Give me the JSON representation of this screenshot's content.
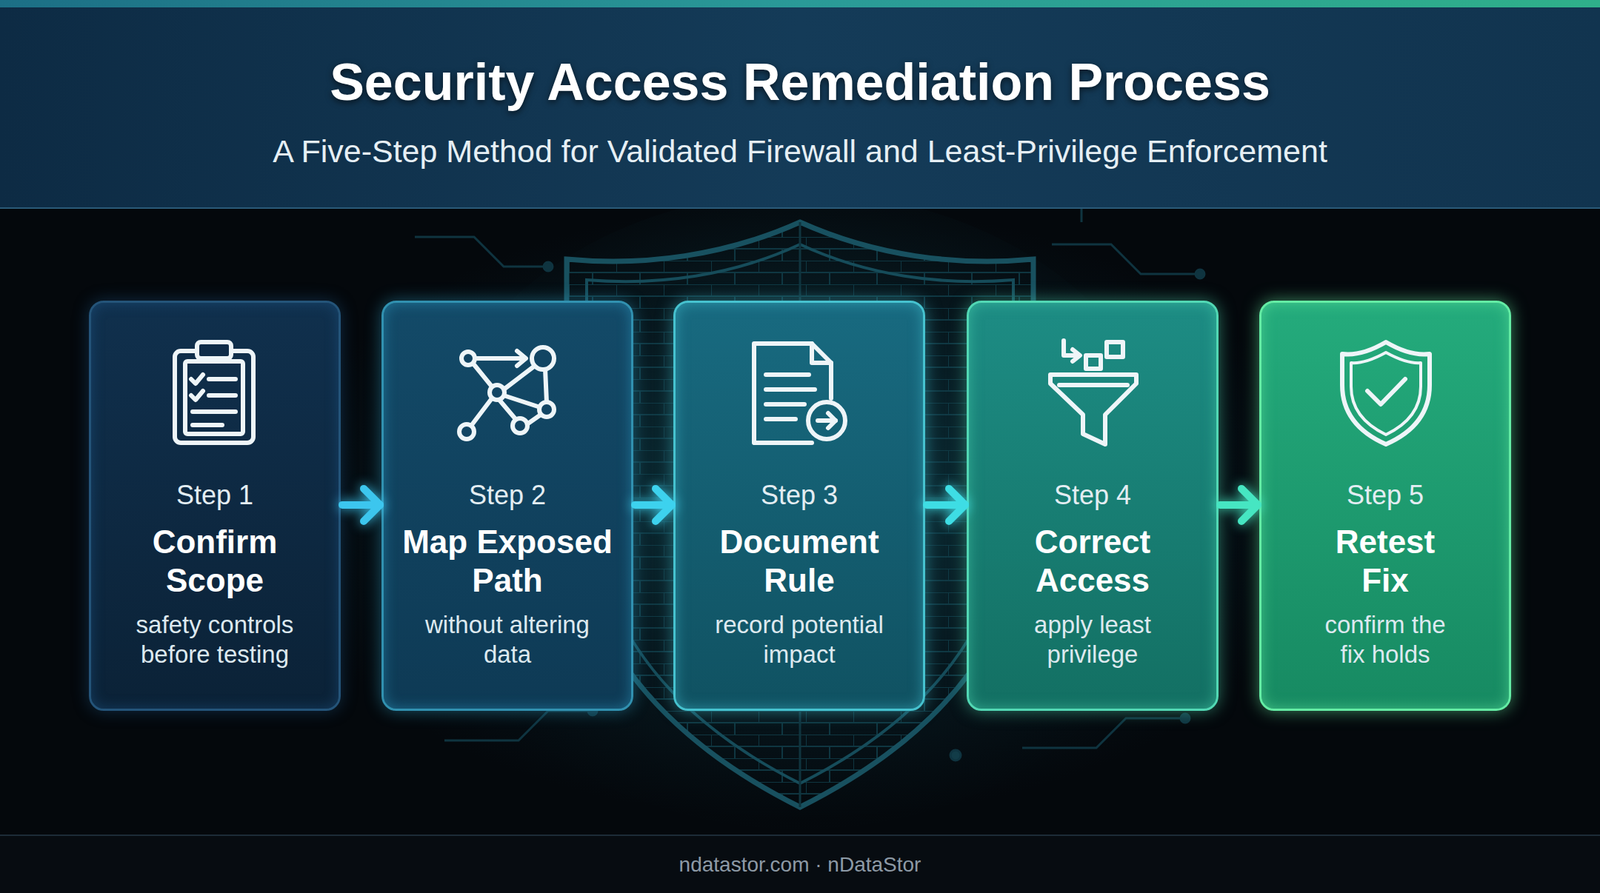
{
  "diagram": {
    "title": "Security Access Remediation Process",
    "nodes": [
      {
        "text": [
          "Step 1",
          "Confirm Scope",
          "safety controls before testing"
        ]
      },
      {
        "text": [
          "Step 2",
          "Map Exposed Path",
          "without altering data"
        ]
      },
      {
        "text": [
          "Step 3",
          "Document Rule",
          "record potential impact"
        ]
      },
      {
        "text": [
          "Step 4",
          "Correct Access",
          "apply least privilege"
        ]
      },
      {
        "text": [
          "Step 5",
          "Retest Fix",
          "confirm the fix holds"
        ]
      }
    ],
    "edges": [
      {
        "from": 0,
        "to": 1,
        "arrow": "to"
      },
      {
        "from": 1,
        "to": 2,
        "arrow": "to"
      },
      {
        "from": 2,
        "to": 3,
        "arrow": "to"
      },
      {
        "from": 3,
        "to": 4,
        "arrow": "to"
      }
    ],
    "labels": [
      "A Five-Step Method for Validated Firewall and Least-Privilege Enforcement",
      "ndatastor.com · nDataStor"
    ]
  }
}
